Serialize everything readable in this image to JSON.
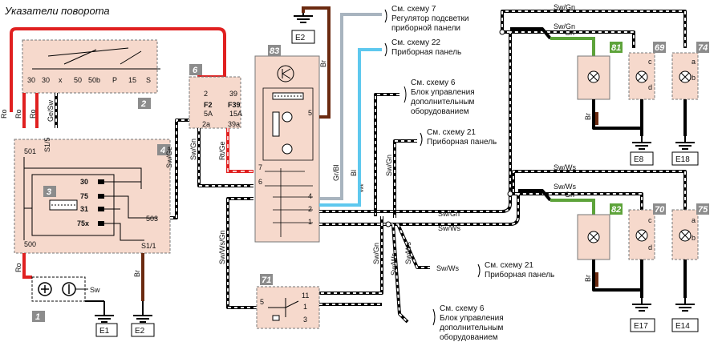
{
  "title": "Указатели поворота",
  "components": {
    "c1": "1",
    "c2": "2",
    "c3": "3",
    "c4": "4",
    "c6": "6",
    "c71": "71",
    "c83": "83",
    "c81": "81",
    "c69": "69",
    "c74": "74",
    "c82": "82",
    "c70": "70",
    "c75": "75"
  },
  "switch2_terminals": [
    "30",
    "30",
    "x",
    "50",
    "50b",
    "P",
    "15",
    "S"
  ],
  "relay4": {
    "terminals": [
      "30",
      "75",
      "31",
      "75x"
    ],
    "left_pins": [
      "501",
      "500"
    ],
    "right_pins": [
      "503",
      "S1/1"
    ],
    "top_pin": "S1/5"
  },
  "fuses": {
    "f2": {
      "name": "F2",
      "rating": "5A",
      "top": "2",
      "bottom": "2a"
    },
    "f39": {
      "name": "F39",
      "rating": "15A",
      "top": "39",
      "bottom": "39a"
    }
  },
  "block83_pins": [
    "5",
    "7",
    "6",
    "4",
    "2",
    "1"
  ],
  "block71_pins": [
    "5",
    "11",
    "1",
    "3"
  ],
  "grounds": [
    "E1",
    "E2",
    "E2",
    "E8",
    "E18",
    "E17",
    "E14"
  ],
  "wires": {
    "ro": "Ro",
    "gesw": "Ge/Sw",
    "swge": "Sw/Ge",
    "swgn": "Sw/Gn",
    "rtge": "Rt/Ge",
    "br": "Br",
    "grbl": "Gr/Bl",
    "bl": "Bl",
    "swgn2": "Sw/Gn",
    "swws": "Sw/Ws",
    "swwsgn": "Sw/Ws/Gn",
    "gn": "Gn",
    "sw": "Sw",
    "stars": "***"
  },
  "refs": {
    "r7a": "См. схему 7",
    "r7b": "Регулятор подсветки",
    "r7c": "приборной панели",
    "r22a": "См. схему 22",
    "r22b": "Приборная панель",
    "r6a": "См. схему 6",
    "r6b": "Блок управления",
    "r6c": "дополнительным",
    "r6d": "оборудованием",
    "r21a": "См. схему 21",
    "r21b": "Приборная панель",
    "r21c": "См. схему 21",
    "r21d": "Приборная панель",
    "r6e": "См. схему 6",
    "r6f": "Блок управления",
    "r6g": "дополнительным",
    "r6h": "оборудованием"
  },
  "lamp_terms": {
    "a": "a",
    "b": "b",
    "c": "c",
    "d": "d"
  },
  "colors": {
    "red": "#e02020",
    "brown": "#6b2a10",
    "grey": "#a8b4bf",
    "blue": "#5ec8ee",
    "green": "#5da33a",
    "panel": "#f6d9cc"
  }
}
